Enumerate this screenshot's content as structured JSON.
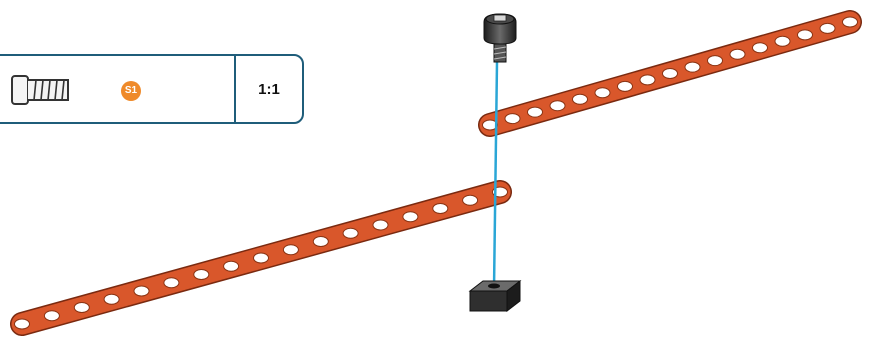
{
  "parts_panel": {
    "items": [
      {
        "icon": "screw-icon",
        "badge": "S1"
      }
    ],
    "scale": "1:1"
  },
  "assembly": {
    "upper_strip_holes": 17,
    "lower_strip_holes": 17,
    "strip_color": "#d9572b",
    "guide_line_color": "#2aa6d6",
    "screw_color": "#2e2e2e",
    "nut_color": "#3a3a3a"
  }
}
